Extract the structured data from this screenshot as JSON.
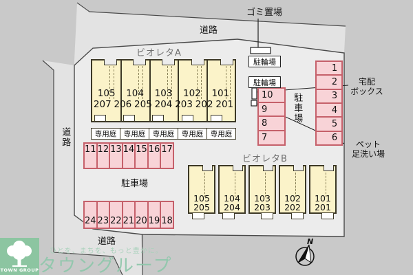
{
  "buildingA": {
    "name": "ビオレタA",
    "f1": [
      "105",
      "104",
      "103",
      "102",
      "101"
    ],
    "f2": [
      "207",
      "206",
      "205",
      "204",
      "203",
      "202",
      "201"
    ],
    "garden": "専用庭"
  },
  "buildingB": {
    "name": "ビオレタB",
    "f1": [
      "105",
      "104",
      "103",
      "102",
      "101"
    ],
    "f2": [
      "205",
      "204",
      "203",
      "202",
      "201"
    ]
  },
  "parking": {
    "lot_label": "駐車場",
    "rowTop": [
      "11",
      "12",
      "13",
      "14",
      "15",
      "16",
      "17"
    ],
    "rowBottom": [
      "24",
      "23",
      "22",
      "21",
      "20",
      "19",
      "18"
    ],
    "colLeft": [
      "10",
      "9",
      "8",
      "7"
    ],
    "colRight": [
      "1",
      "2",
      "3",
      "4",
      "5",
      "6"
    ]
  },
  "labels": {
    "garbage": "ゴミ置場",
    "bicycle": "駐輪場",
    "road": "道路",
    "delivery_line1": "宅配",
    "delivery_line2": "ボックス",
    "pet_line1": "ペット",
    "pet_line2": "足洗い場",
    "north": "N"
  },
  "branding": {
    "logo_text": "TOWN GROUP",
    "tagline": "ひとを、まちを、もっと豊かに。",
    "company": "タウングループ"
  },
  "colors": {
    "background": "#c9c9c9",
    "site_fill": "#ececec",
    "road_fill": "#e3e3e3",
    "building_fill": "#fbf3c9",
    "building_border": "#3c3826",
    "parking_fill": "#f8d3d7",
    "parking_border": "#c5606a",
    "logo_green": "#8cc5a1",
    "watermark_green": "#8fc7ab"
  }
}
